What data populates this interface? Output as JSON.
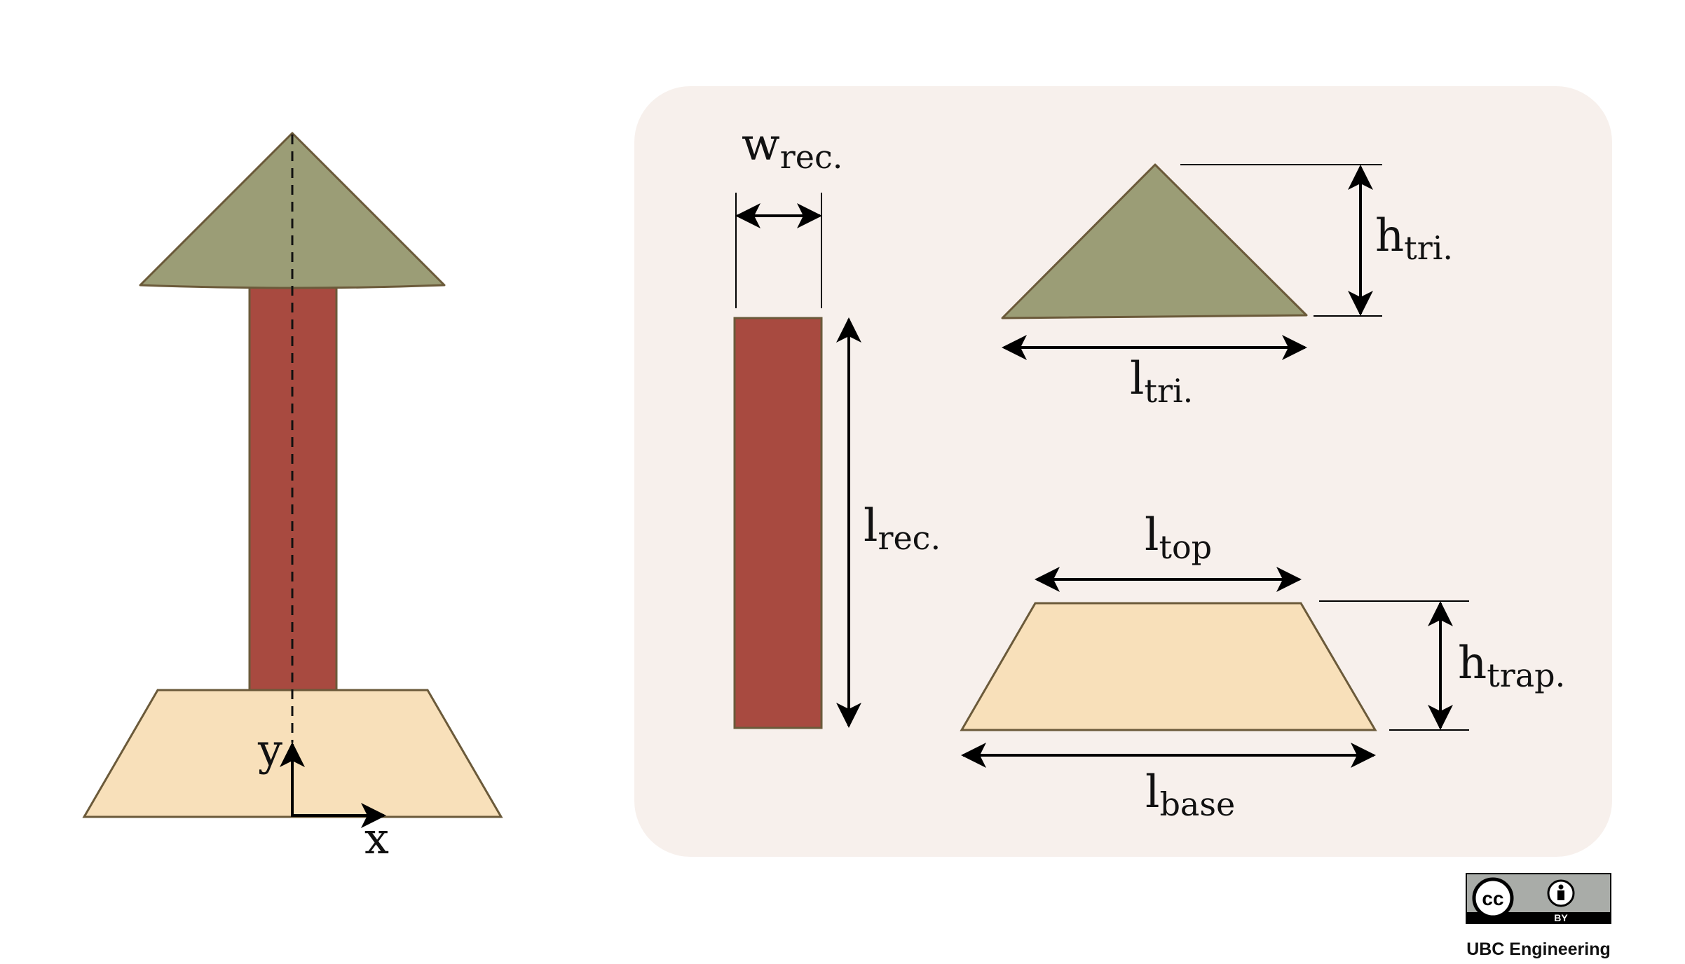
{
  "colors": {
    "triangle": "#9b9d76",
    "rectangle": "#a84a40",
    "trapezoid": "#f8e0ba",
    "outline": "#6b5a3a",
    "panel": "#f7f0ec",
    "arrow": "#000000"
  },
  "assembled": {
    "axis_y": "y",
    "axis_x": "x"
  },
  "labels": {
    "w_rec": {
      "main": "w",
      "sub": "rec."
    },
    "l_rec": {
      "main": "l",
      "sub": "rec."
    },
    "h_tri": {
      "main": "h",
      "sub": "tri."
    },
    "l_tri": {
      "main": "l",
      "sub": "tri."
    },
    "l_top": {
      "main": "l",
      "sub": "top"
    },
    "h_trap": {
      "main": "h",
      "sub": "trap."
    },
    "l_base": {
      "main": "l",
      "sub": "base"
    }
  },
  "license": {
    "icon": "cc-by-icon",
    "badge_text": "BY",
    "credit": "UBC Engineering"
  }
}
